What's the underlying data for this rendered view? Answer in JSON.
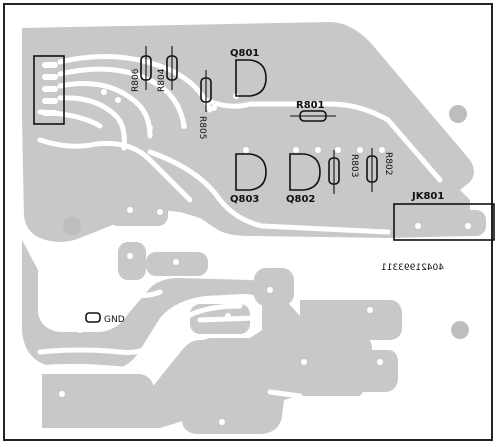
{
  "board": {
    "part_number": "40421993311",
    "labels": {
      "q801": "Q801",
      "q802": "Q802",
      "q803": "Q803",
      "r801": "R801",
      "r802": "R802",
      "r803": "R803",
      "r804": "R804",
      "r805": "R805",
      "r806": "R806",
      "jk801": "JK801",
      "gnd": "GND"
    }
  }
}
